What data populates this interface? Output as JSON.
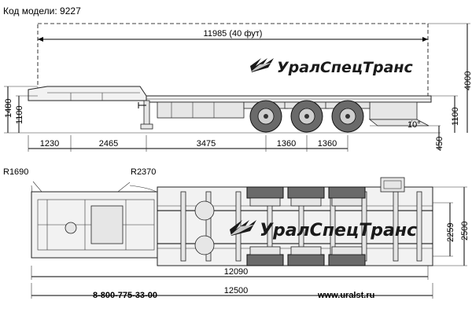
{
  "header": {
    "model_label": "Код модели: 9227"
  },
  "side_view": {
    "container_length": "11985 (40 фут)",
    "brand": "УралСпецТранс",
    "height_total": "4000",
    "height_deck_front": "1480",
    "height_kingpin": "1100",
    "height_deck_rear": "1100",
    "height_rear_low": "450",
    "angle": "10°",
    "seg_front": "1230",
    "seg_mid": "2465",
    "seg_axle": "3475",
    "seg_axle_spacing_1": "1360",
    "seg_axle_spacing_2": "1360"
  },
  "top_view": {
    "radius_front": "R1690",
    "radius_rear": "R2370",
    "brand": "УралСпецТранс",
    "frame_length": "12090",
    "total_length": "12500",
    "inner_width": "2259",
    "outer_width": "2500"
  },
  "footer": {
    "phone": "8-800-775-33-00",
    "website": "www.uralst.ru"
  }
}
